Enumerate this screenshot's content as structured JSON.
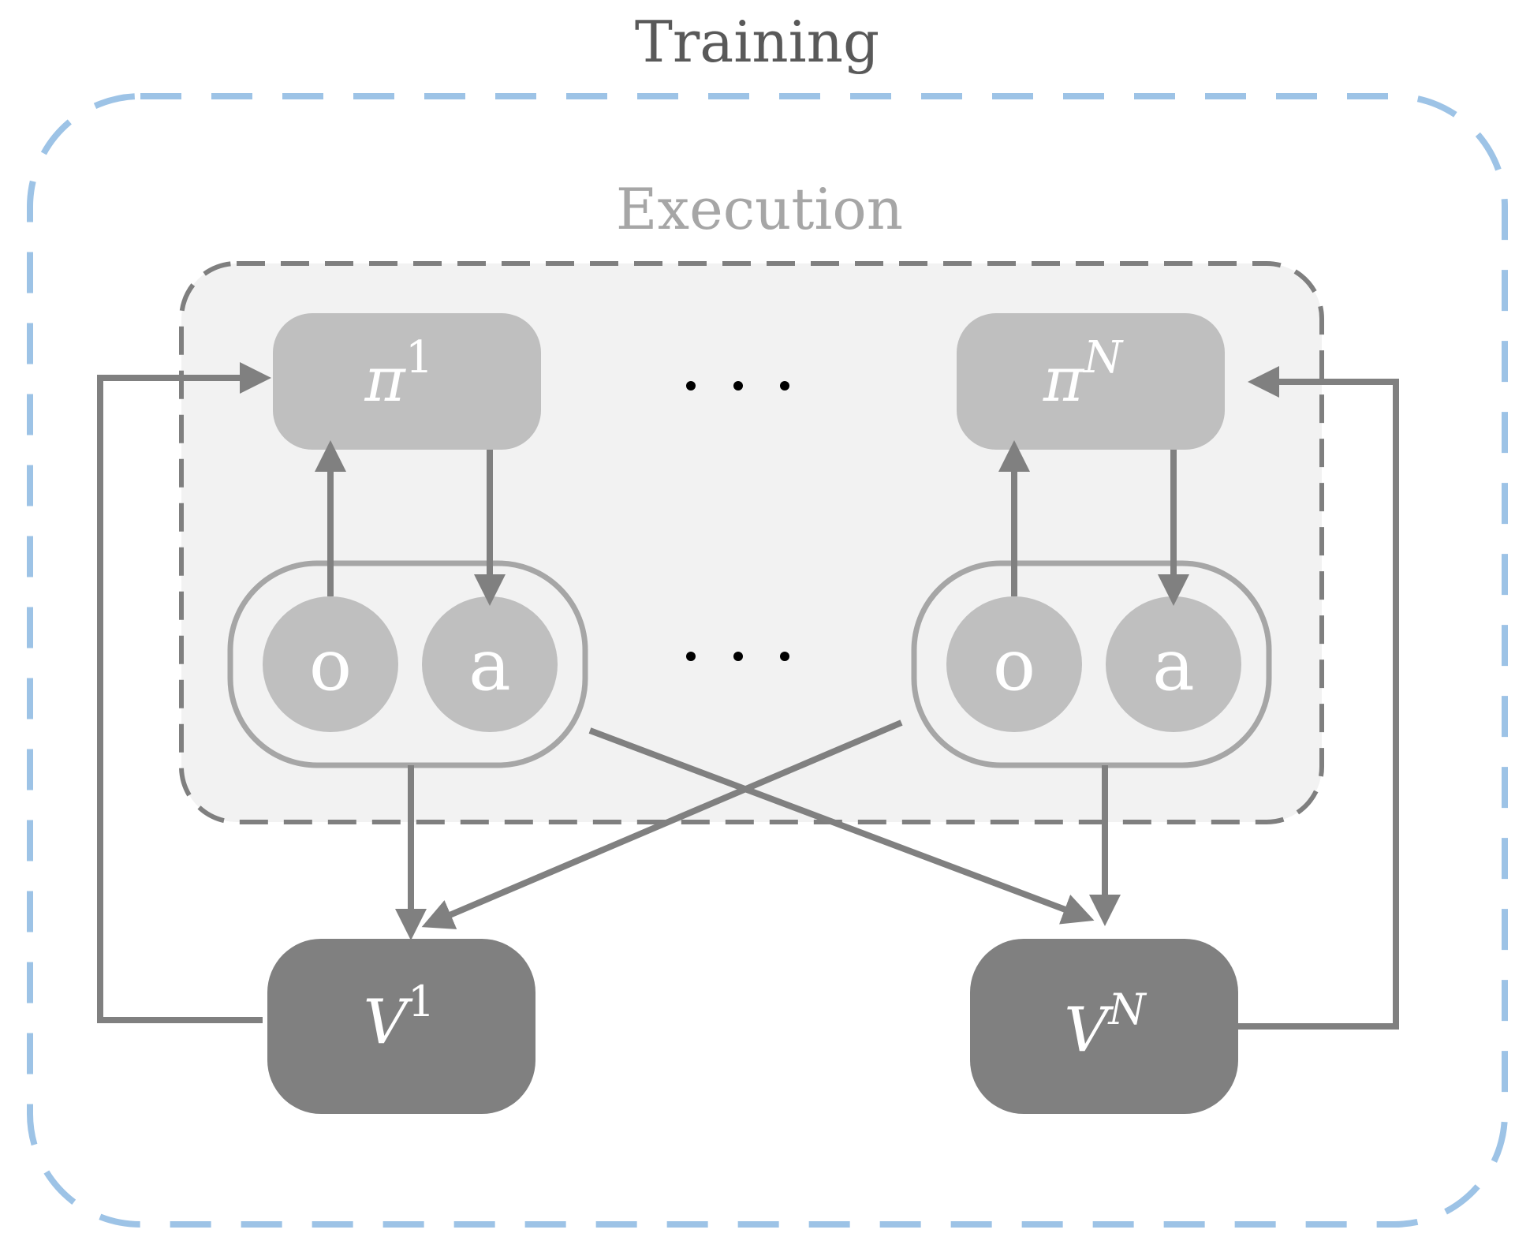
{
  "training": {
    "title": "Training",
    "border_color": "#9dc3e6",
    "title_color": "#595959"
  },
  "execution": {
    "title": "Execution",
    "border_color": "#7f7f7f",
    "fill_color": "#f2f2f2",
    "title_color": "#a6a6a6"
  },
  "agents": {
    "agent1": {
      "policy_base": "π",
      "policy_sup": "1",
      "obs_label": "o",
      "act_label": "a",
      "value_base": "V",
      "value_sup": "1"
    },
    "agentN": {
      "policy_base": "π",
      "policy_sup": "N",
      "obs_label": "o",
      "act_label": "a",
      "value_base": "V",
      "value_sup": "N"
    }
  },
  "colors": {
    "policy_fill": "#bfbfbf",
    "node_fill": "#bfbfbf",
    "pair_stroke": "#a6a6a6",
    "value_fill": "#808080",
    "arrow": "#808080",
    "text_light": "#ffffff",
    "ellipsis_dot": "#000000"
  },
  "ellipsis": [
    "…",
    "…"
  ]
}
